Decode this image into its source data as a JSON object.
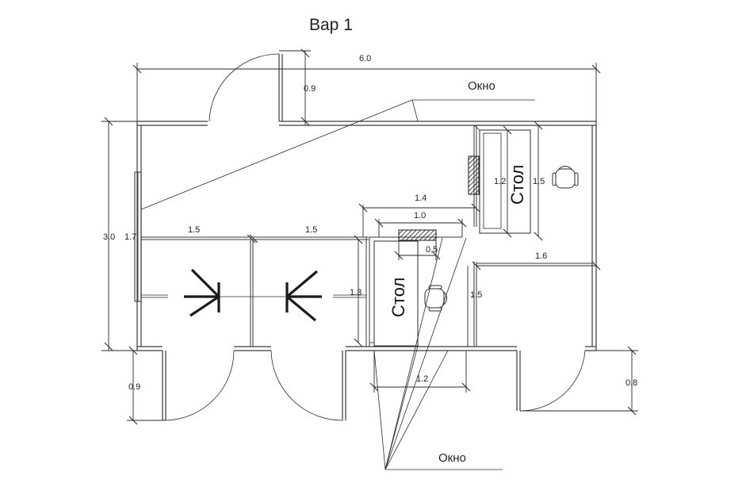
{
  "title": "Вар 1",
  "labels": {
    "window_top": "Окно",
    "window_bottom": "Окно",
    "table_right": "Стол",
    "table_center": "Стол"
  },
  "dimensions": {
    "overall_width": "6.0",
    "overall_height": "3.0",
    "door_top": "0.9",
    "window_left": "1.7",
    "room_left_width": "1.5",
    "room_mid_width": "1.5",
    "table_zone_width": "1.4",
    "table_width": "1.0",
    "screen_width": "0.5",
    "stand_height": "1.3",
    "right_table_length": "1.2",
    "right_room_depth": "1.5",
    "right_room_width": "1.6",
    "right_room_height": "1.5",
    "window_bottom_width": "1.2",
    "door_bottom_left": "0.9",
    "door_bottom_right": "0.8"
  },
  "colors": {
    "line": "#2a2a2a",
    "background": "#ffffff"
  }
}
